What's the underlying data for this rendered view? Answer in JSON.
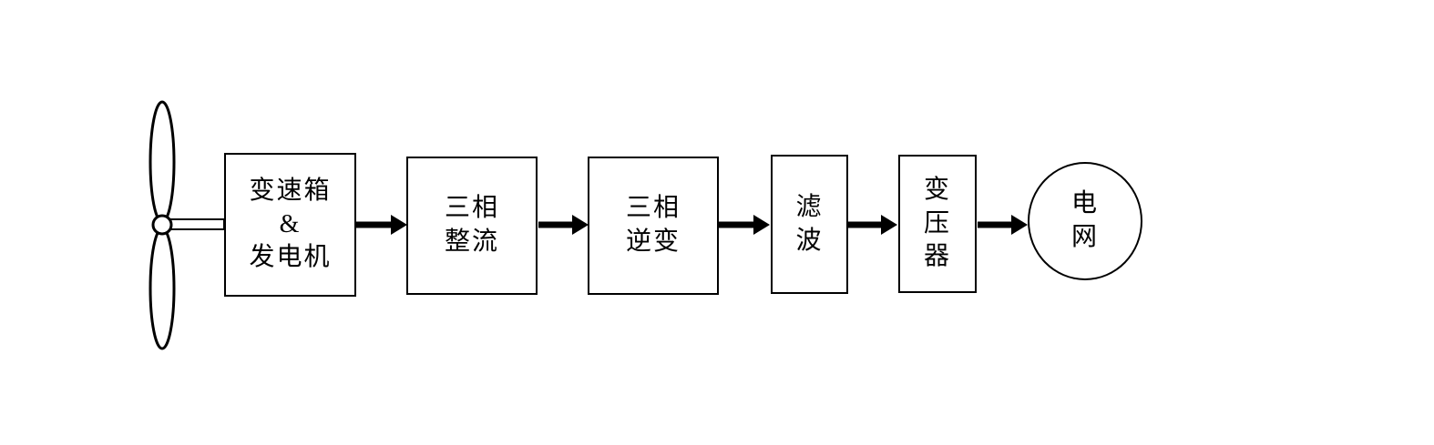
{
  "diagram": {
    "title": "wind-power-generation-flow",
    "background_color": "#ffffff",
    "stroke_color": "#000000",
    "source_icon": "wind-turbine",
    "nodes": [
      {
        "id": "gearbox-generator",
        "shape": "rect",
        "lines": [
          "变速箱",
          "&",
          "发电机"
        ]
      },
      {
        "id": "three-phase-rectifier",
        "shape": "rect",
        "lines": [
          "三相",
          "整流"
        ]
      },
      {
        "id": "three-phase-inverter",
        "shape": "rect",
        "lines": [
          "三相",
          "逆变"
        ]
      },
      {
        "id": "filter",
        "shape": "rect",
        "lines": [
          "滤",
          "波"
        ]
      },
      {
        "id": "transformer",
        "shape": "rect",
        "lines": [
          "变",
          "压",
          "器"
        ]
      },
      {
        "id": "power-grid",
        "shape": "circle",
        "lines": [
          "电",
          "网"
        ]
      }
    ],
    "connections": [
      {
        "from": "wind-turbine",
        "to": "gearbox-generator",
        "style": "double-line-shaft"
      },
      {
        "from": "gearbox-generator",
        "to": "three-phase-rectifier",
        "style": "thick-arrow"
      },
      {
        "from": "three-phase-rectifier",
        "to": "three-phase-inverter",
        "style": "thick-arrow"
      },
      {
        "from": "three-phase-inverter",
        "to": "filter",
        "style": "thick-arrow"
      },
      {
        "from": "filter",
        "to": "transformer",
        "style": "thick-arrow"
      },
      {
        "from": "transformer",
        "to": "power-grid",
        "style": "thick-arrow"
      }
    ]
  }
}
